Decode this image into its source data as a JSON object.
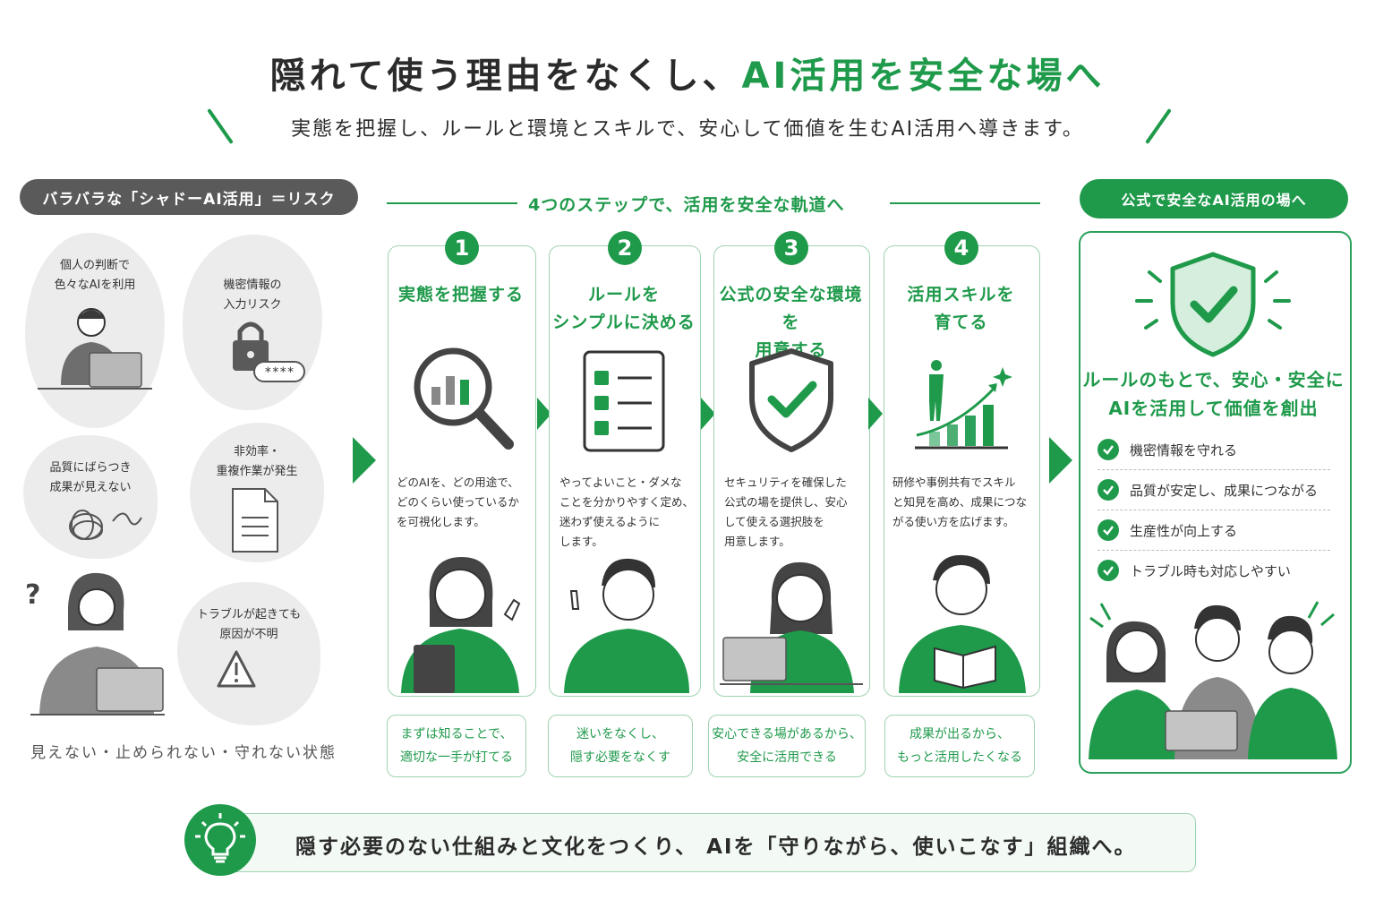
{
  "header": {
    "title_part1": "隠れて使う理由をなくし、",
    "title_part2": "AI活用を安全な場へ",
    "subtitle": "実態を把握し、ルールと環境とスキルで、安心して価値を生むAI活用へ導きます。"
  },
  "risk": {
    "label": "バラバラな「シャドーAI活用」＝リスク",
    "items": [
      {
        "line1": "個人の判断で",
        "line2": "色々なAIを利用"
      },
      {
        "line1": "機密情報の",
        "line2": "入力リスク"
      },
      {
        "line1": "品質にばらつき",
        "line2": "成果が見えない"
      },
      {
        "line1": "非効率・",
        "line2": "重複作業が発生"
      },
      {
        "line1": "トラブルが起きても",
        "line2": "原因が不明"
      }
    ],
    "password_mask": "****",
    "footer": "見えない・止められない・守れない状態"
  },
  "steps": {
    "header": "4つのステップで、活用を安全な軌道へ",
    "items": [
      {
        "number": "1",
        "title1": "実態を把握する",
        "title2": "",
        "desc": [
          "どのAIを、どの用途で、",
          "どのくらい使っているか",
          "を可視化します。"
        ],
        "note1": "まずは知ることで、",
        "note2": "適切な一手が打てる"
      },
      {
        "number": "2",
        "title1": "ルールを",
        "title2": "シンプルに決める",
        "desc": [
          "やってよいこと・ダメな",
          "ことを分かりやすく定め、",
          "迷わず使えるように",
          "します。"
        ],
        "note1": "迷いをなくし、",
        "note2": "隠す必要をなくす"
      },
      {
        "number": "3",
        "title1": "公式の安全な環境を",
        "title2": "用意する",
        "desc": [
          "セキュリティを確保した",
          "公式の場を提供し、安心",
          "して使える選択肢を",
          "用意します。"
        ],
        "note1": "安心できる場があるから、",
        "note2": "安全に活用できる"
      },
      {
        "number": "4",
        "title1": "活用スキルを",
        "title2": "育てる",
        "desc": [
          "研修や事例共有でスキル",
          "と知見を高め、成果につな",
          "がる使い方を広げます。"
        ],
        "note1": "成果が出るから、",
        "note2": "もっと活用したくなる"
      }
    ]
  },
  "result": {
    "label": "公式で安全なAI活用の場へ",
    "title1": "ルールのもとで、安心・安全に",
    "title2": "AIを活用して価値を創出",
    "benefits": [
      "機密情報を守れる",
      "品質が安定し、成果につながる",
      "生産性が向上する",
      "トラブル時も対応しやすい"
    ]
  },
  "bottom": {
    "message": "隠す必要のない仕組みと文化をつくり、 AIを「守りながら、使いこなす」組織へ。"
  },
  "colors": {
    "accent": "#1f9a4b",
    "risk_gray": "#5a5a5a",
    "blob_gray": "#ececec"
  },
  "icons": [
    "magnifier-chart-icon",
    "checklist-icon",
    "shield-check-icon",
    "growth-chart-icon",
    "lightbulb-icon",
    "padlock-icon",
    "document-icon",
    "warning-icon",
    "tangle-icon",
    "question-icon"
  ]
}
